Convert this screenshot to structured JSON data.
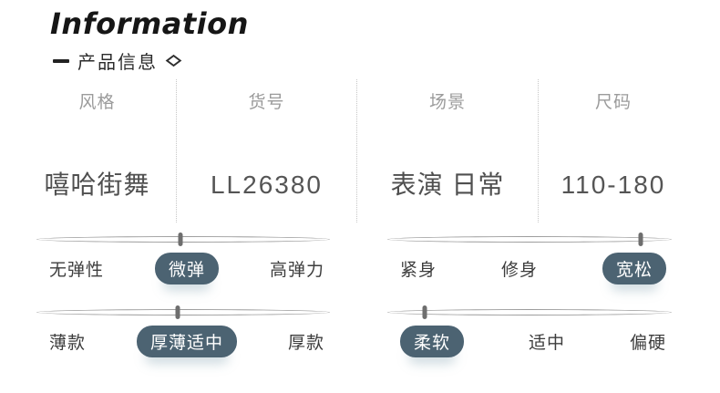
{
  "header": {
    "title": "Information",
    "subtitle": "产品信息",
    "dash_icon": "—",
    "diamond_icon": "◇"
  },
  "colors": {
    "background": "#ffffff",
    "accent_pill": "#4c6372",
    "pill_text": "#ffffff",
    "header_label_gray": "#9b9b9b",
    "value_gray": "#4f4f4f",
    "track_border": "#9c9c9c"
  },
  "table": {
    "columns": [
      {
        "label": "风格",
        "value": "嘻哈街舞"
      },
      {
        "label": "货号",
        "value": "LL26380"
      },
      {
        "label": "场景",
        "value": "表演 日常"
      },
      {
        "label": "尺码",
        "value": "110-180"
      }
    ]
  },
  "sliders": [
    {
      "name": "elasticity",
      "options": [
        "无弹性",
        "微弹",
        "高弹力"
      ],
      "selected": "微弹",
      "selected_index": 1,
      "handle_percent": 49
    },
    {
      "name": "fit",
      "options": [
        "紧身",
        "修身",
        "宽松"
      ],
      "selected": "宽松",
      "selected_index": 2,
      "handle_percent": 89
    },
    {
      "name": "thickness",
      "options": [
        "薄款",
        "厚薄适中",
        "厚款"
      ],
      "selected": "厚薄适中",
      "selected_index": 1,
      "handle_percent": 48
    },
    {
      "name": "softness",
      "options": [
        "柔软",
        "适中",
        "偏硬"
      ],
      "selected": "柔软",
      "selected_index": 0,
      "handle_percent": 13
    }
  ]
}
